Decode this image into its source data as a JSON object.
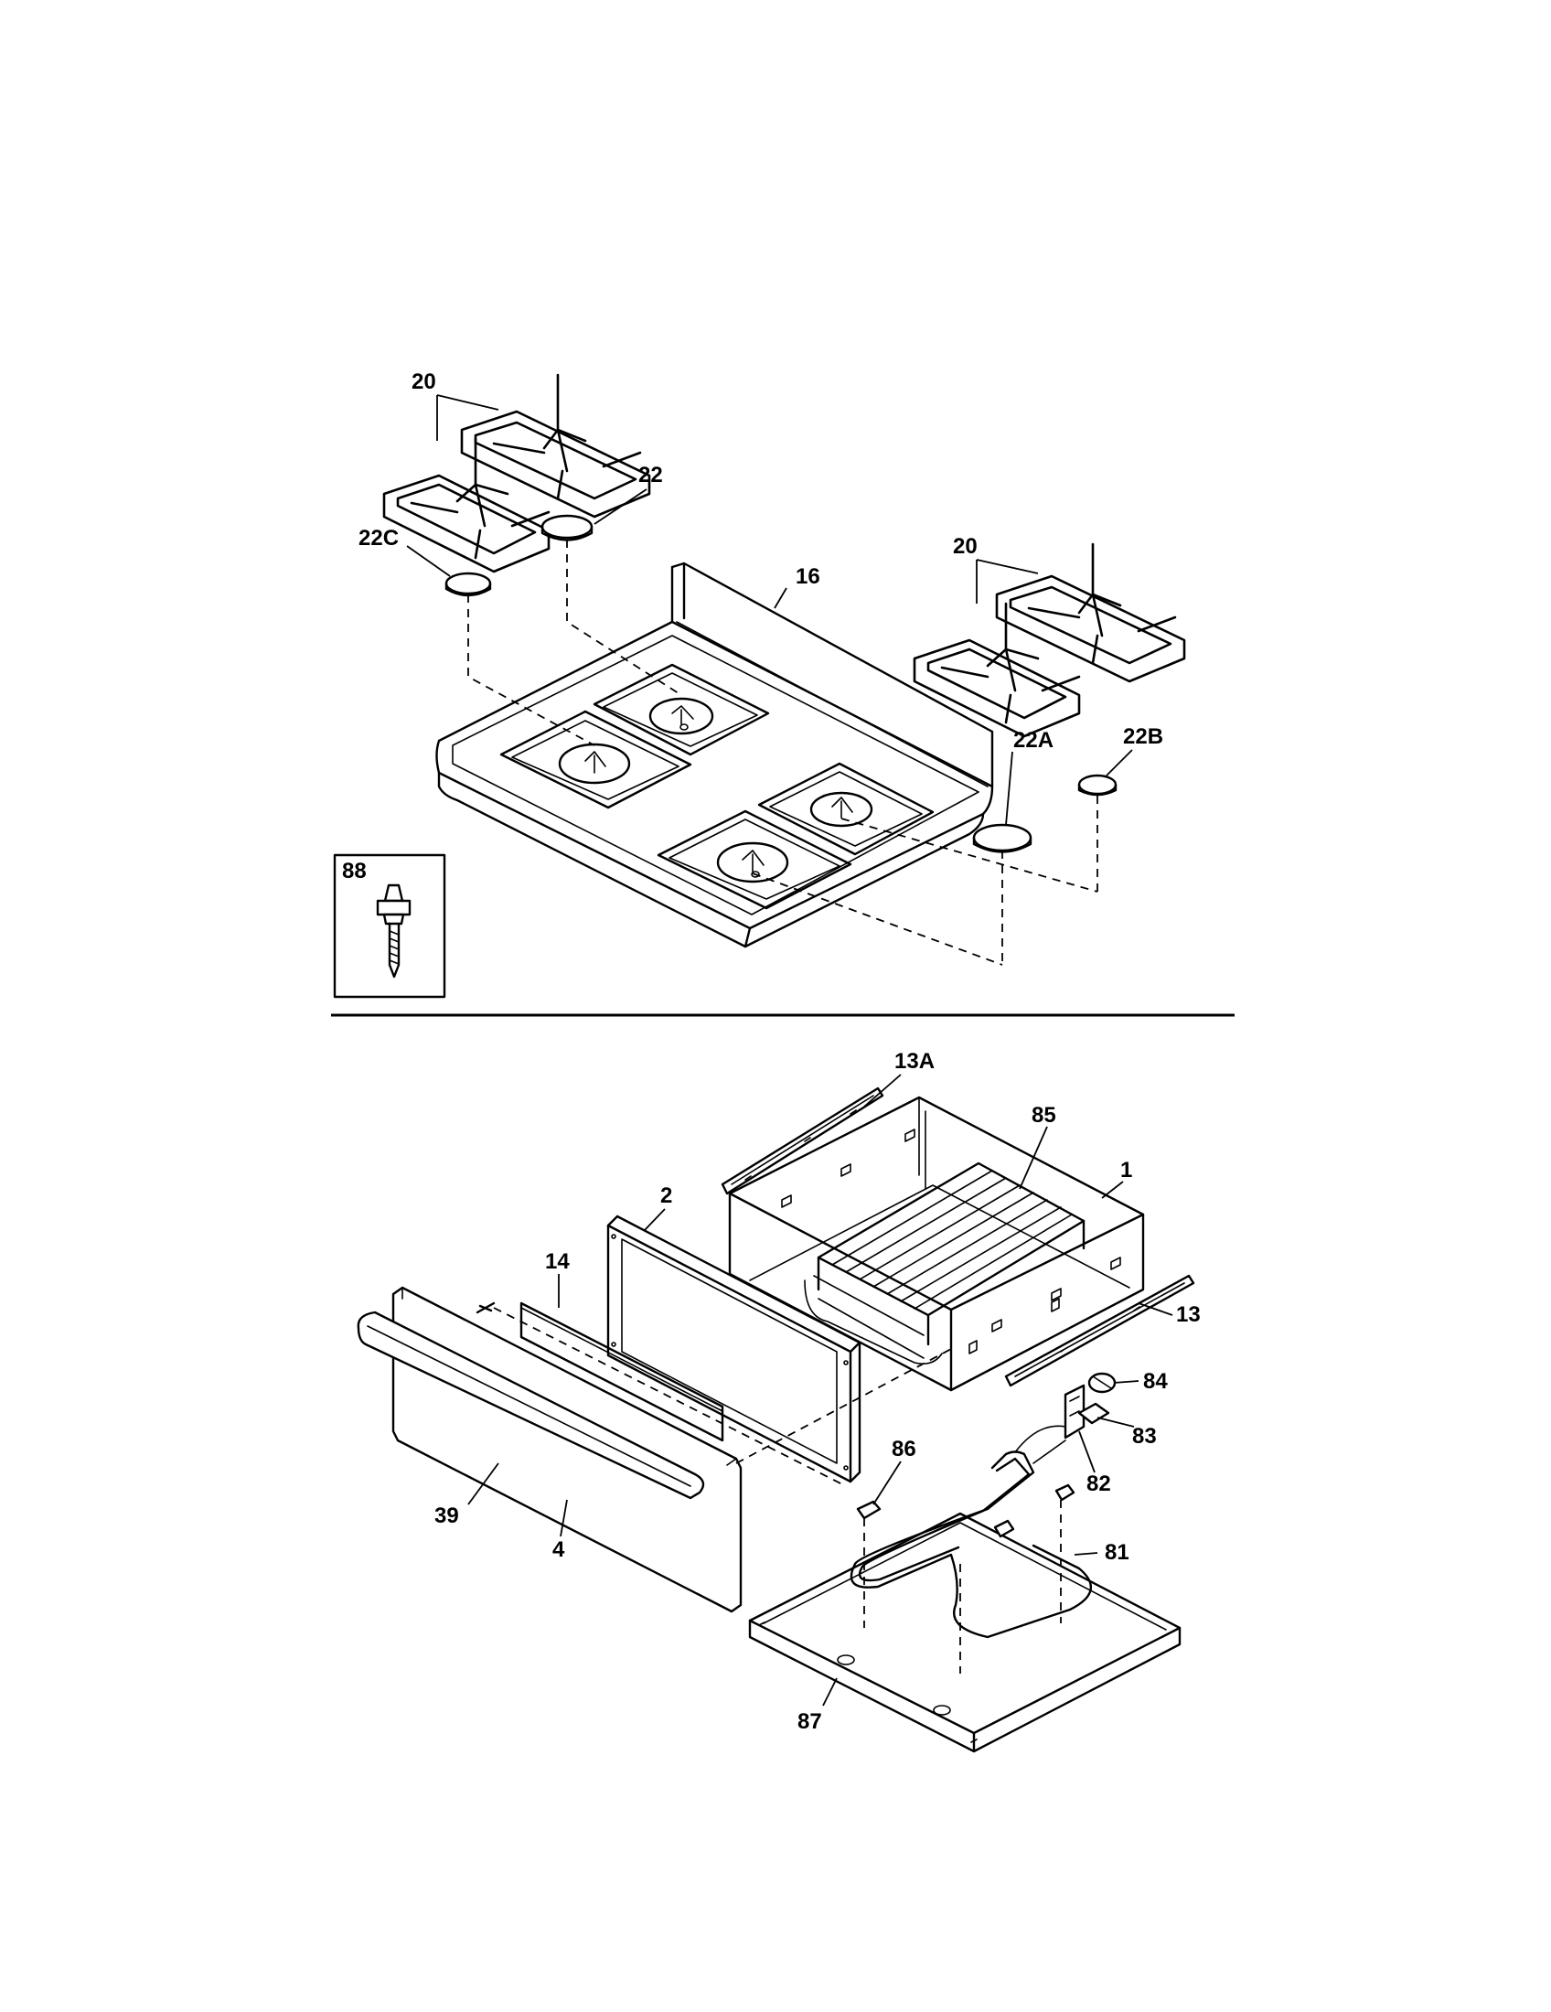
{
  "callouts": {
    "c20a": "20",
    "c22": "22",
    "c22c": "22C",
    "c16": "16",
    "c20b": "20",
    "c22a": "22A",
    "c22b": "22B",
    "c88": "88",
    "c13a": "13A",
    "c85": "85",
    "c1": "1",
    "c2": "2",
    "c14": "14",
    "c13": "13",
    "c84": "84",
    "c83": "83",
    "c82": "82",
    "c86": "86",
    "c39": "39",
    "c4": "4",
    "c81": "81",
    "c87": "87"
  },
  "colors": {
    "ink": "#000000",
    "paper": "#ffffff"
  }
}
